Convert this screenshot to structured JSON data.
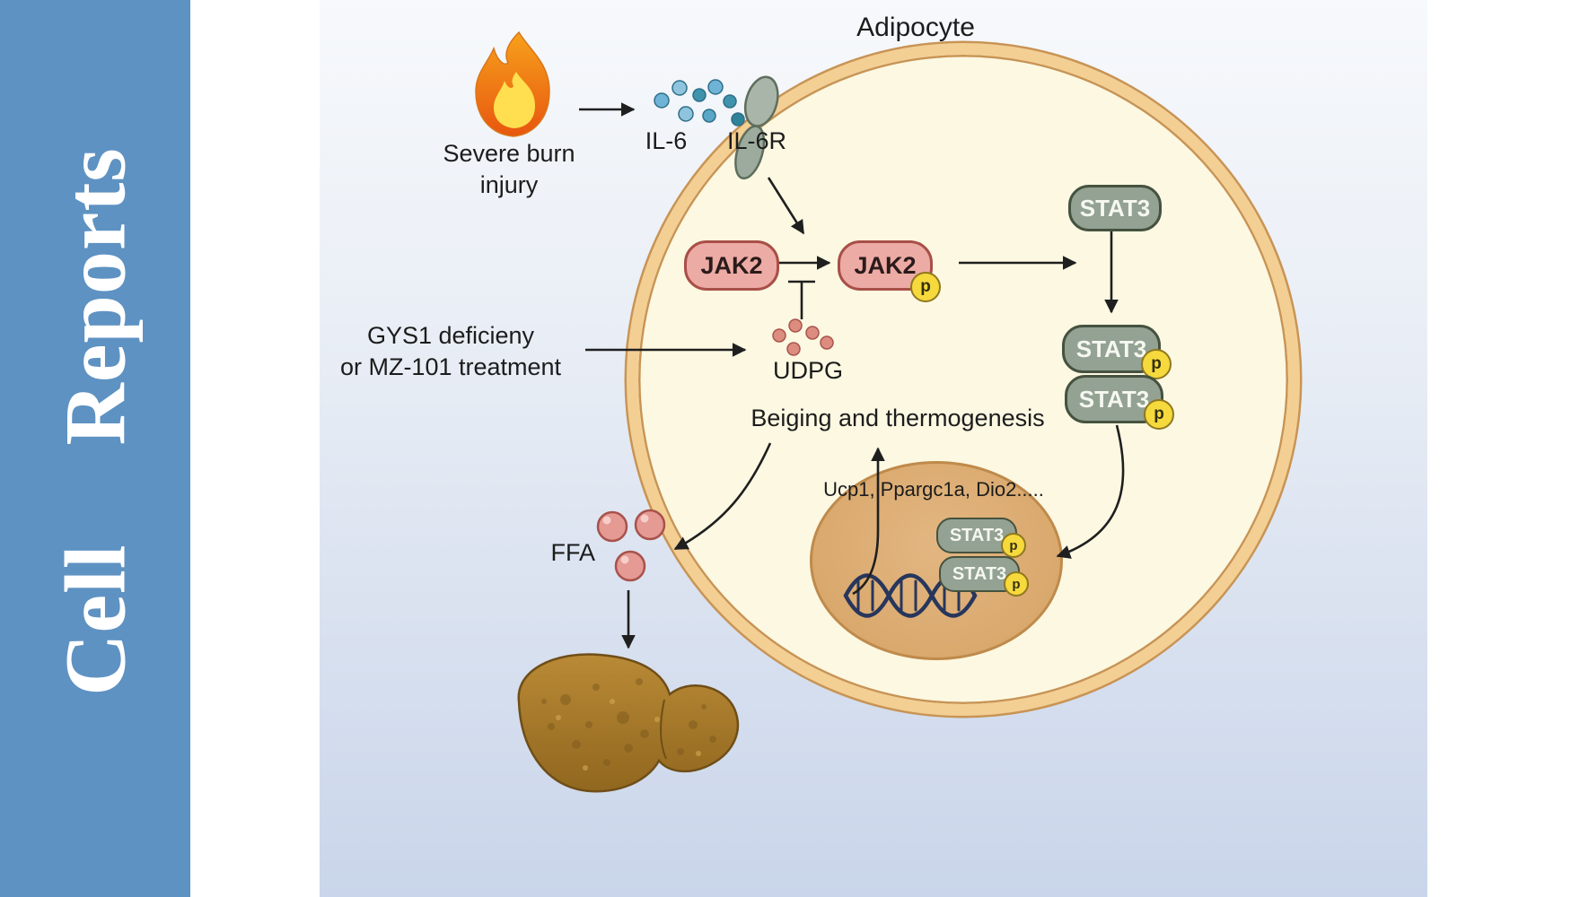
{
  "journal": {
    "title": "Cell Reports"
  },
  "diagram": {
    "title": "Adipocyte",
    "burn_line1": "Severe burn",
    "burn_line2": "injury",
    "il6_label": "IL-6",
    "il6r_label": "IL-6R",
    "jak2_label": "JAK2",
    "stat3_label": "STAT3",
    "p_label": "p",
    "gys1_line1": "GYS1 deficieny",
    "gys1_line2": "or MZ-101 treatment",
    "udpg_label": "UDPG",
    "beiging_label": "Beiging and thermogenesis",
    "genes_label": "Ucp1, Ppargc1a, Dio2.....",
    "ffa_label": "FFA"
  },
  "icons": {
    "flame": "flame-icon",
    "il6_receptor": "il6r-receptor-icon",
    "dna": "dna-helix-icon",
    "liver": "liver-icon",
    "il6_molecules": "il6-molecules",
    "udpg_molecules": "udpg-molecules",
    "ffa_molecules": "ffa-molecules"
  },
  "colors": {
    "sidebar_blue": "#5e92c2",
    "cell_fill": "#fcf8e2",
    "membrane": "#f3cf94",
    "membrane_edge": "#c89455",
    "jak2_fill": "#edaba5",
    "jak2_border": "#a84f48",
    "stat3_fill": "#93a292",
    "stat3_border": "#45523f",
    "phospho_yellow": "#f6d93c",
    "nucleus_fill": "#d9a96e",
    "il6_blue": "#6fb4d6",
    "udpg_red": "#dd8c80",
    "ffa_pink": "#e59a94",
    "flame_orange": "#f08a12",
    "liver_brown": "#a0762a",
    "background_top": "#f7f9fc",
    "background_bottom": "#c9d5ea"
  }
}
